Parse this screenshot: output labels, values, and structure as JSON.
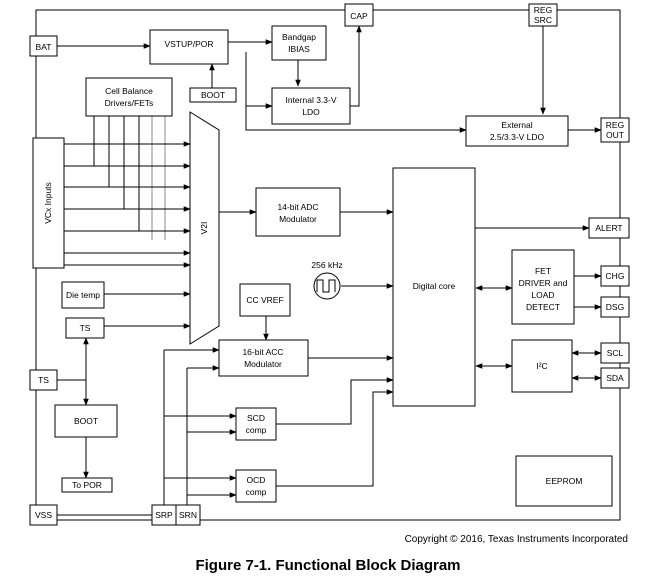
{
  "pins": {
    "bat": "BAT",
    "cap": "CAP",
    "reg_src_1": "REG",
    "reg_src_2": "SRC",
    "reg_out_1": "REG",
    "reg_out_2": "OUT",
    "alert": "ALERT",
    "chg": "CHG",
    "dsg": "DSG",
    "scl": "SCL",
    "sda": "SDA",
    "ts": "TS",
    "vss": "VSS",
    "srp": "SRP",
    "srn": "SRN"
  },
  "blocks": {
    "vstup_por": "VSTUP/POR",
    "bandgap_1": "Bandgap",
    "bandgap_2": "IBIAS",
    "boot_small": "BOOT",
    "ldo_internal_1": "Internal 3.3-V",
    "ldo_internal_2": "LDO",
    "cell_balance_1": "Cell Balance",
    "cell_balance_2": "Drivers/FETs",
    "ldo_external_1": "External",
    "ldo_external_2": "2.5/3.3-V LDO",
    "vcx_inputs": "VCx Inputs",
    "v2i": "V2I",
    "adc_1": "14-bit ADC",
    "adc_2": "Modulator",
    "digital_core": "Digital core",
    "clock_freq": "256 kHz",
    "die_temp": "Die temp",
    "ts_internal": "TS",
    "cc_vref": "CC VREF",
    "acc_1": "16-bit ACC",
    "acc_2": "Modulator",
    "fet_1": "FET",
    "fet_2": "DRIVER and",
    "fet_3": "LOAD",
    "fet_4": "DETECT",
    "i2c": "I²C",
    "boot_large": "BOOT",
    "to_por": "To POR",
    "scd_1": "SCD",
    "scd_2": "comp",
    "ocd_1": "OCD",
    "ocd_2": "comp",
    "eeprom": "EEPROM"
  },
  "copyright": "Copyright © 2016, Texas Instruments Incorporated",
  "caption": "Figure 7-1. Functional Block Diagram"
}
